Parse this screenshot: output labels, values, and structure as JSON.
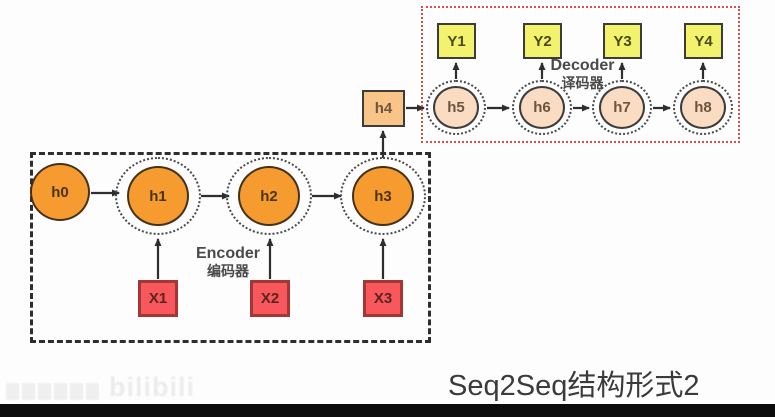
{
  "slide": {
    "title": "Seq2Seq结构形式2",
    "watermark": "bilibili"
  },
  "encoder": {
    "label": "Encoder",
    "label_zh": "编码器",
    "hidden_nodes": [
      "h0",
      "h1",
      "h2",
      "h3"
    ],
    "input_nodes": [
      "X1",
      "X2",
      "X3"
    ]
  },
  "context": {
    "node": "h4"
  },
  "decoder": {
    "label": "Decoder",
    "label_zh": "译码器",
    "hidden_nodes": [
      "h5",
      "h6",
      "h7",
      "h8"
    ],
    "output_nodes": [
      "Y1",
      "Y2",
      "Y3",
      "Y4"
    ]
  },
  "connections": [
    [
      "h0",
      "h1"
    ],
    [
      "h1",
      "h2"
    ],
    [
      "h2",
      "h3"
    ],
    [
      "X1",
      "h1"
    ],
    [
      "X2",
      "h2"
    ],
    [
      "X3",
      "h3"
    ],
    [
      "h3",
      "h4"
    ],
    [
      "h4",
      "h5"
    ],
    [
      "h5",
      "h6"
    ],
    [
      "h6",
      "h7"
    ],
    [
      "h7",
      "h8"
    ],
    [
      "h5",
      "Y1"
    ],
    [
      "h6",
      "Y2"
    ],
    [
      "h7",
      "Y3"
    ],
    [
      "h8",
      "Y4"
    ]
  ],
  "colors": {
    "encoder_node_fill": "#F59B30",
    "decoder_node_fill": "#FADCC2",
    "context_node_fill": "#F9C488",
    "input_node_fill": "#F8585C",
    "output_node_fill": "#F3F26D",
    "decoder_box_border": "#D94F4F",
    "encoder_box_border": "#2E2E2E",
    "arrow": "#2E2E2E",
    "caption_text": "#3B3B3B"
  }
}
